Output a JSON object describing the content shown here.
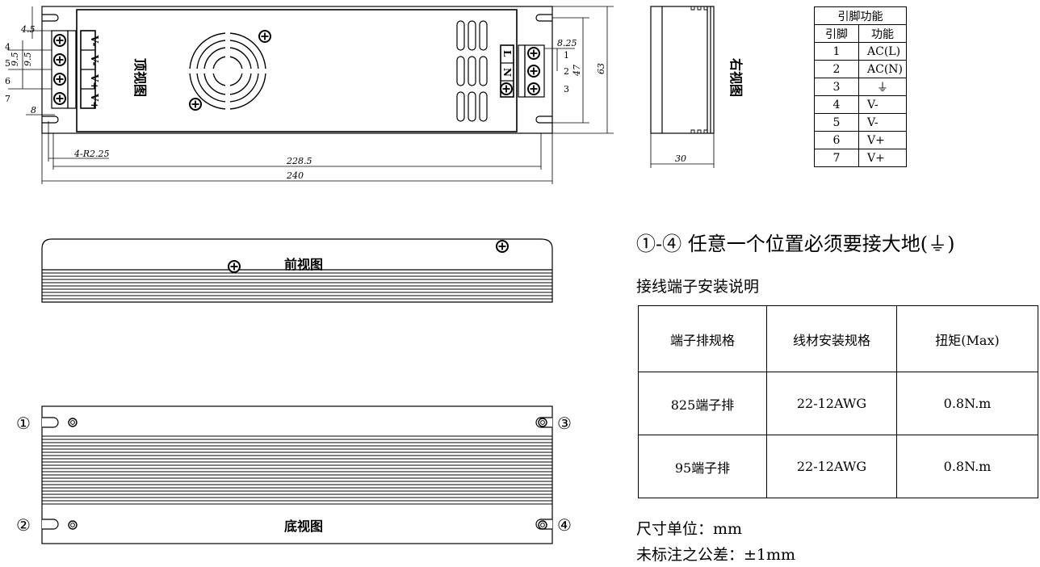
{
  "top_view": {
    "label": "顶视图",
    "dims": {
      "d4_5": "4.5",
      "d9_5a": "9.5",
      "d9_5b": "9.5",
      "d8": "8",
      "radius": "4-R2.25",
      "d228_5": "228.5",
      "d240": "240",
      "d8_25": "8.25",
      "d47": "47",
      "d63": "63"
    },
    "left_pin_numbers": [
      "4",
      "5",
      "6",
      "7"
    ],
    "left_terminal_labels": [
      "V-",
      "V-",
      "V+",
      "V+"
    ],
    "right_pin_numbers": [
      "1",
      "2",
      "3"
    ],
    "right_terminal_labels": [
      "L",
      "N"
    ]
  },
  "right_view": {
    "label": "右视图",
    "dim_30": "30"
  },
  "front_view": {
    "label": "前视图"
  },
  "bottom_view": {
    "label": "底视图",
    "corner_marks": [
      "①",
      "②",
      "③",
      "④"
    ]
  },
  "pin_table": {
    "title": "引脚功能",
    "headers": [
      "引脚",
      "功能"
    ],
    "rows": [
      {
        "pin": "1",
        "fn": "AC(L)"
      },
      {
        "pin": "2",
        "fn": "AC(N)"
      },
      {
        "pin": "3",
        "fn": "⏚"
      },
      {
        "pin": "4",
        "fn": "V-"
      },
      {
        "pin": "5",
        "fn": "V-"
      },
      {
        "pin": "6",
        "fn": "V+"
      },
      {
        "pin": "7",
        "fn": "V+"
      }
    ]
  },
  "ground_note": "①-④ 任意一个位置必须要接大地(⏚)",
  "install_title": "接线端子安装说明",
  "install_table": {
    "headers": [
      "端子排规格",
      "线材安装规格",
      "扭矩(Max)"
    ],
    "rows": [
      [
        "825端子排",
        "22-12AWG",
        "0.8N.m"
      ],
      [
        "95端子排",
        "22-12AWG",
        "0.8N.m"
      ]
    ]
  },
  "unit_note": "尺寸单位：mm",
  "tolerance_note": "未标注之公差：±1mm"
}
